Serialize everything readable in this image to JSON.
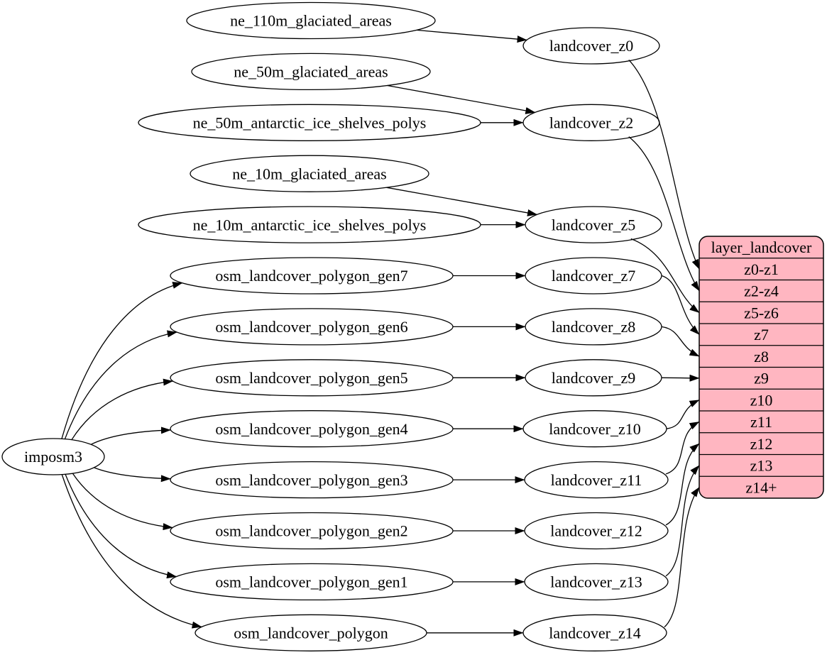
{
  "diagram": {
    "colors": {
      "background": "#ffffff",
      "node_fill": "#ffffff",
      "node_stroke": "#000000",
      "record_fill": "#ffb6c1",
      "edge": "#000000",
      "text": "#000000"
    },
    "root": {
      "id": "imposm3",
      "label": "imposm3"
    },
    "sources": [
      {
        "id": "ne_110m_glaciated_areas",
        "label": "ne_110m_glaciated_areas"
      },
      {
        "id": "ne_50m_glaciated_areas",
        "label": "ne_50m_glaciated_areas"
      },
      {
        "id": "ne_50m_antarctic_ice_shelves_polys",
        "label": "ne_50m_antarctic_ice_shelves_polys"
      },
      {
        "id": "ne_10m_glaciated_areas",
        "label": "ne_10m_glaciated_areas"
      },
      {
        "id": "ne_10m_antarctic_ice_shelves_polys",
        "label": "ne_10m_antarctic_ice_shelves_polys"
      },
      {
        "id": "osm_landcover_polygon_gen7",
        "label": "osm_landcover_polygon_gen7"
      },
      {
        "id": "osm_landcover_polygon_gen6",
        "label": "osm_landcover_polygon_gen6"
      },
      {
        "id": "osm_landcover_polygon_gen5",
        "label": "osm_landcover_polygon_gen5"
      },
      {
        "id": "osm_landcover_polygon_gen4",
        "label": "osm_landcover_polygon_gen4"
      },
      {
        "id": "osm_landcover_polygon_gen3",
        "label": "osm_landcover_polygon_gen3"
      },
      {
        "id": "osm_landcover_polygon_gen2",
        "label": "osm_landcover_polygon_gen2"
      },
      {
        "id": "osm_landcover_polygon_gen1",
        "label": "osm_landcover_polygon_gen1"
      },
      {
        "id": "osm_landcover_polygon",
        "label": "osm_landcover_polygon"
      }
    ],
    "generalized": [
      {
        "id": "landcover_z0",
        "label": "landcover_z0"
      },
      {
        "id": "landcover_z2",
        "label": "landcover_z2"
      },
      {
        "id": "landcover_z5",
        "label": "landcover_z5"
      },
      {
        "id": "landcover_z7",
        "label": "landcover_z7"
      },
      {
        "id": "landcover_z8",
        "label": "landcover_z8"
      },
      {
        "id": "landcover_z9",
        "label": "landcover_z9"
      },
      {
        "id": "landcover_z10",
        "label": "landcover_z10"
      },
      {
        "id": "landcover_z11",
        "label": "landcover_z11"
      },
      {
        "id": "landcover_z12",
        "label": "landcover_z12"
      },
      {
        "id": "landcover_z13",
        "label": "landcover_z13"
      },
      {
        "id": "landcover_z14",
        "label": "landcover_z14"
      }
    ],
    "record": {
      "id": "layer_landcover",
      "title": "layer_landcover",
      "rows": [
        "z0-z1",
        "z2-z4",
        "z5-z6",
        "z7",
        "z8",
        "z9",
        "z10",
        "z11",
        "z12",
        "z13",
        "z14+"
      ]
    },
    "edges": {
      "root_to_sources": [
        "osm_landcover_polygon_gen7",
        "osm_landcover_polygon_gen6",
        "osm_landcover_polygon_gen5",
        "osm_landcover_polygon_gen4",
        "osm_landcover_polygon_gen3",
        "osm_landcover_polygon_gen2",
        "osm_landcover_polygon_gen1",
        "osm_landcover_polygon"
      ],
      "source_to_generalized": [
        [
          "ne_110m_glaciated_areas",
          "landcover_z0"
        ],
        [
          "ne_50m_glaciated_areas",
          "landcover_z2"
        ],
        [
          "ne_50m_antarctic_ice_shelves_polys",
          "landcover_z2"
        ],
        [
          "ne_10m_glaciated_areas",
          "landcover_z5"
        ],
        [
          "ne_10m_antarctic_ice_shelves_polys",
          "landcover_z5"
        ],
        [
          "osm_landcover_polygon_gen7",
          "landcover_z7"
        ],
        [
          "osm_landcover_polygon_gen6",
          "landcover_z8"
        ],
        [
          "osm_landcover_polygon_gen5",
          "landcover_z9"
        ],
        [
          "osm_landcover_polygon_gen4",
          "landcover_z10"
        ],
        [
          "osm_landcover_polygon_gen3",
          "landcover_z11"
        ],
        [
          "osm_landcover_polygon_gen2",
          "landcover_z12"
        ],
        [
          "osm_landcover_polygon_gen1",
          "landcover_z13"
        ],
        [
          "osm_landcover_polygon",
          "landcover_z14"
        ]
      ],
      "generalized_to_record": [
        [
          "landcover_z0",
          "z0-z1"
        ],
        [
          "landcover_z2",
          "z2-z4"
        ],
        [
          "landcover_z5",
          "z5-z6"
        ],
        [
          "landcover_z7",
          "z7"
        ],
        [
          "landcover_z8",
          "z8"
        ],
        [
          "landcover_z9",
          "z9"
        ],
        [
          "landcover_z10",
          "z10"
        ],
        [
          "landcover_z11",
          "z11"
        ],
        [
          "landcover_z12",
          "z12"
        ],
        [
          "landcover_z13",
          "z13"
        ],
        [
          "landcover_z14",
          "z14+"
        ]
      ]
    }
  }
}
